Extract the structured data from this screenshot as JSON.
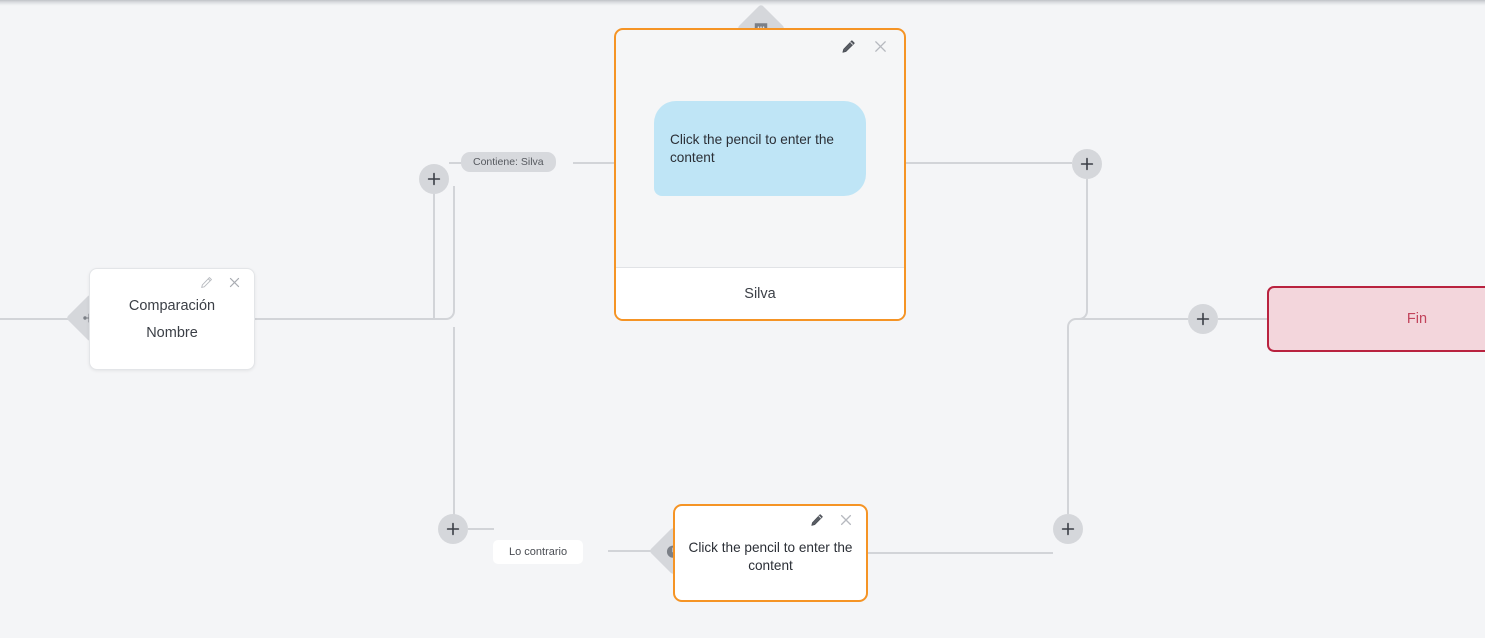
{
  "app": {
    "canvas_background": "#f4f5f7",
    "accent_orange": "#f59425",
    "accent_red": "#b9223f",
    "bubble_blue": "#bfe5f6",
    "connector_gray": "#d2d4d8"
  },
  "nodes": {
    "compare": {
      "name": "comparison-node",
      "title": "Comparación",
      "subtitle": "Nombre",
      "badge_icon": "sitemap-icon",
      "edit_icon": "pencil-icon",
      "close_icon": "close-icon"
    },
    "message_card": {
      "name": "message-node",
      "badge_icon": "chat-bubble-icon",
      "edit_icon": "pencil-icon",
      "close_icon": "close-icon",
      "bubble_text": "Click the pencil to enter the content",
      "footer_label": "Silva"
    },
    "message_card2": {
      "name": "message-node-2",
      "badge_icon": "clock-icon",
      "edit_icon": "pencil-icon",
      "close_icon": "close-icon",
      "bubble_text": "Click the pencil to enter the content"
    },
    "end": {
      "name": "end-node",
      "label": "Fin"
    }
  },
  "edge_labels": {
    "contiene": "Contiene: Silva",
    "contrario": "Lo contrario"
  },
  "add_buttons": [
    {
      "id": "add-top-left",
      "icon": "plus-icon"
    },
    {
      "id": "add-top-right",
      "icon": "plus-icon"
    },
    {
      "id": "add-bottom-left",
      "icon": "plus-icon"
    },
    {
      "id": "add-bottom-right",
      "icon": "plus-icon"
    },
    {
      "id": "add-end",
      "icon": "plus-icon"
    }
  ]
}
